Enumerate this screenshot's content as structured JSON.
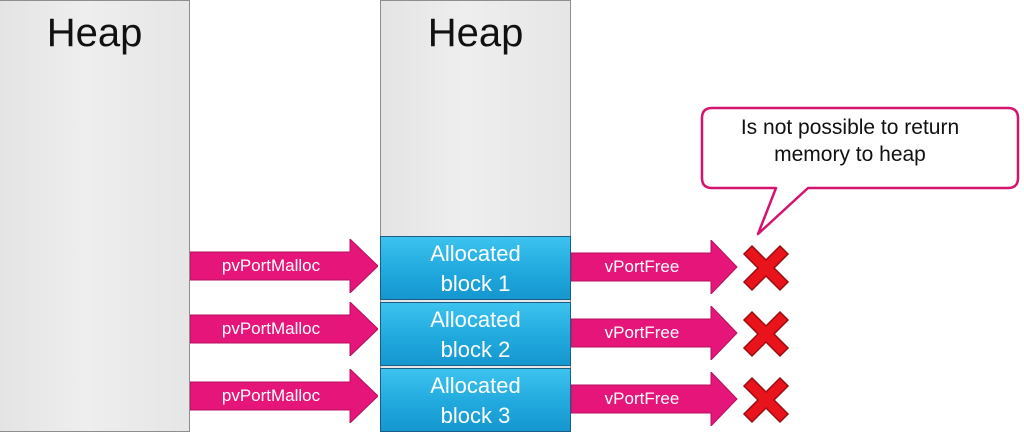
{
  "heaps": [
    {
      "title": "Heap"
    },
    {
      "title": "Heap"
    }
  ],
  "blocks": [
    {
      "line1": "Allocated",
      "line2": "block 1"
    },
    {
      "line1": "Allocated",
      "line2": "block 2"
    },
    {
      "line1": "Allocated",
      "line2": "block 3"
    }
  ],
  "malloc_arrows": [
    {
      "label": "pvPortMalloc"
    },
    {
      "label": "pvPortMalloc"
    },
    {
      "label": "pvPortMalloc"
    }
  ],
  "free_arrows": [
    {
      "label": "vPortFree"
    },
    {
      "label": "vPortFree"
    },
    {
      "label": "vPortFree"
    }
  ],
  "callout": {
    "line1": "Is not possible to return",
    "line2": "memory to heap"
  },
  "icons": {
    "fail": "red-x-icon"
  },
  "colors": {
    "arrow": "#e5157a",
    "block": "#21a9de",
    "heap": "#e8e8e8",
    "x_mark": "#e8131b"
  }
}
